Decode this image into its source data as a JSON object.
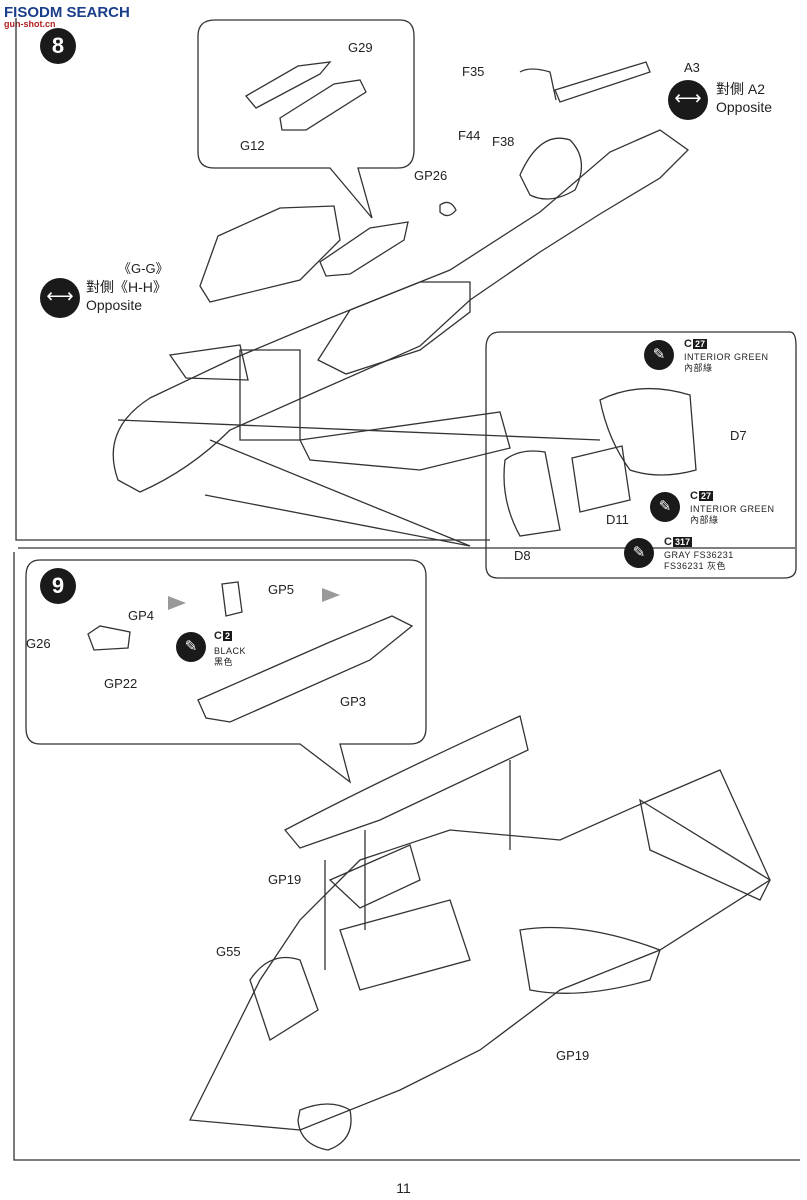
{
  "header": {
    "watermark": "FISODM SEARCH",
    "watermark_sub": "gun-shot.cn"
  },
  "step8": {
    "number": "8",
    "opposite_right": {
      "label_cn": "對側 A2",
      "label_en": "Opposite"
    },
    "opposite_left": {
      "label_cn": "對側《H-H》",
      "label_en": "Opposite"
    },
    "parts": {
      "g29": "G29",
      "g12": "G12",
      "f35": "F35",
      "a3": "A3",
      "f44": "F44",
      "f38": "F38",
      "gp26": "GP26",
      "gg": "《G-G》",
      "d7": "D7",
      "d11": "D11",
      "d8": "D8"
    },
    "paints": [
      {
        "code": "C",
        "num": "27",
        "name": "INTERIOR GREEN",
        "name_cn": "內部綠"
      },
      {
        "code": "C",
        "num": "27",
        "name": "INTERIOR GREEN",
        "name_cn": "內部綠"
      },
      {
        "code": "C",
        "num": "317",
        "name": "GRAY FS36231",
        "name_cn": "FS36231 灰色"
      }
    ]
  },
  "step9": {
    "number": "9",
    "parts": {
      "gp4": "GP4",
      "g26": "G26",
      "gp22": "GP22",
      "gp5": "GP5",
      "gp3": "GP3",
      "gp19_top": "GP19",
      "g55": "G55",
      "gp19_bottom": "GP19"
    },
    "paint": {
      "code": "C",
      "num": "2",
      "name": "BLACK",
      "name_cn": "黑色"
    }
  },
  "footer": {
    "page_number": "11"
  },
  "icons": {
    "opposite": "double-arrow-icon",
    "paint": "brush-icon"
  }
}
